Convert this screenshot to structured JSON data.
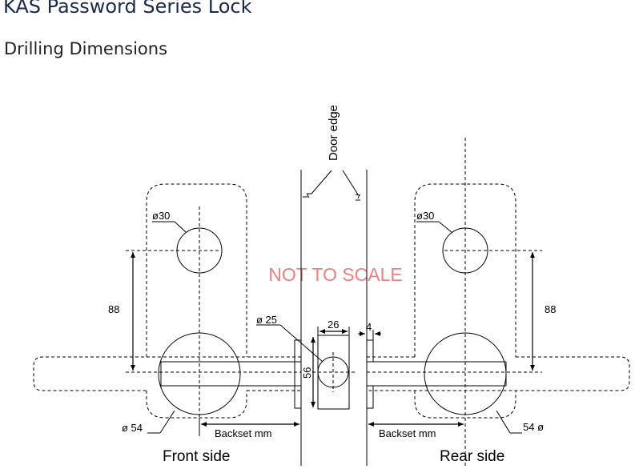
{
  "header": {
    "title": "KAS Password Series Lock",
    "subtitle": "Drilling Dimensions"
  },
  "drawing": {
    "door_edge_label": "Door edge",
    "watermark": "NOT TO SCALE",
    "watermark_color": "#f08080",
    "front": {
      "small_hole_label": "ø30",
      "large_hole_label": "ø 54",
      "vertical_dim": "88",
      "backset_label": "Backset mm",
      "side_label": "Front side"
    },
    "rear": {
      "small_hole_label": "ø30",
      "large_hole_label": "54 ø",
      "vertical_dim": "88",
      "backset_label": "Backset mm",
      "side_label": "Rear side"
    },
    "center": {
      "latch_hole_label": "ø 25",
      "width_dim": "26",
      "height_dim": "56",
      "offset_dim": "4"
    }
  }
}
